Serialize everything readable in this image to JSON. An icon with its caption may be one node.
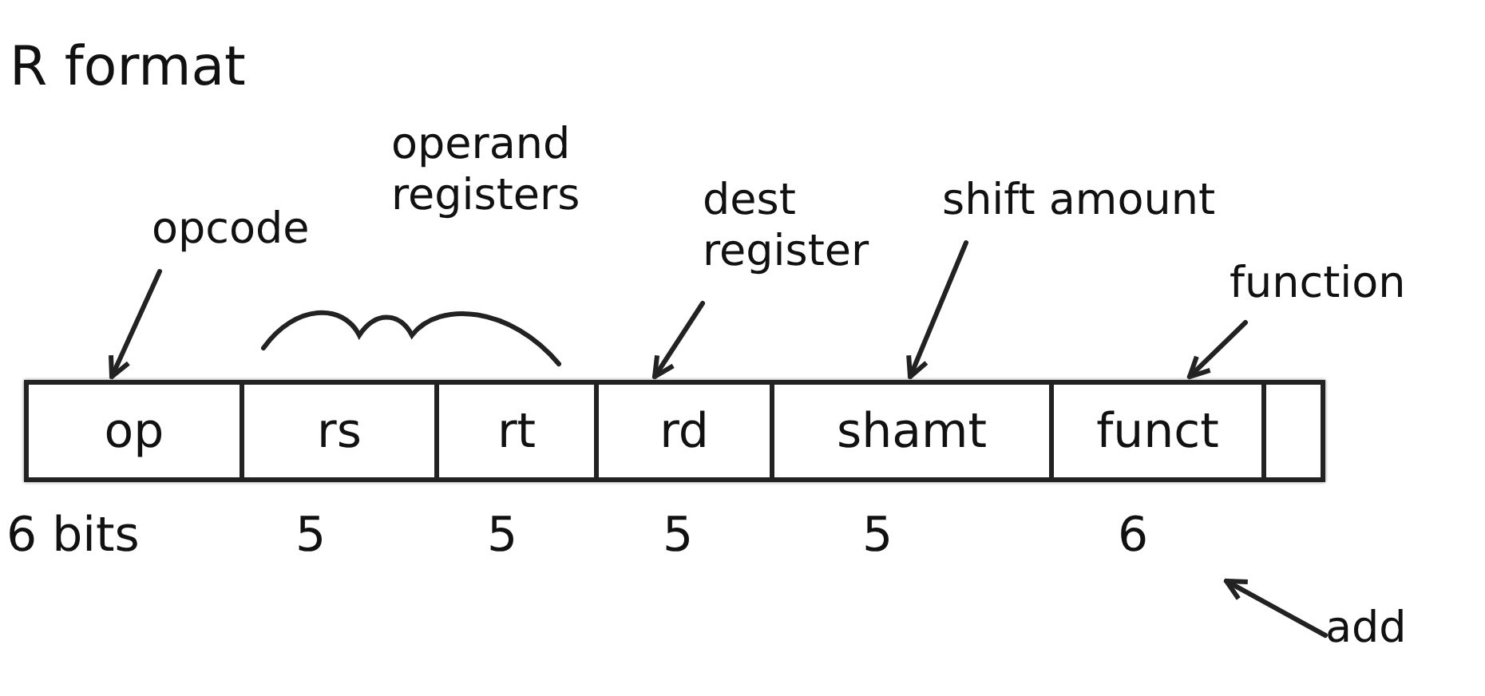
{
  "diagram": {
    "title": "R format",
    "nodes": [
      {
        "text": [
          "op"
        ],
        "beside": [
          "6 bits"
        ]
      },
      {
        "text": [
          "rs"
        ],
        "beside": [
          "5"
        ]
      },
      {
        "text": [
          "rt"
        ],
        "beside": [
          "5"
        ]
      },
      {
        "text": [
          "rd"
        ],
        "beside": [
          "5"
        ]
      },
      {
        "text": [
          "shamt"
        ],
        "beside": [
          "5"
        ]
      },
      {
        "text": [
          "funct"
        ],
        "beside": [
          "6"
        ]
      },
      {
        "text": [
          "opcode"
        ]
      },
      {
        "text": [
          "operand registers"
        ]
      },
      {
        "text": [
          "dest register"
        ]
      },
      {
        "text": [
          "shift amount"
        ]
      },
      {
        "text": [
          "function"
        ]
      },
      {
        "text": [
          "add"
        ]
      }
    ],
    "edges": [
      {
        "from": 6,
        "to": 0,
        "arrow": "to"
      },
      {
        "from": 8,
        "to": 3,
        "arrow": "to"
      },
      {
        "from": 9,
        "to": 4,
        "arrow": "to"
      },
      {
        "from": 10,
        "to": 5,
        "arrow": "to"
      },
      {
        "from": 11,
        "to": null,
        "arrow": "to"
      }
    ]
  }
}
